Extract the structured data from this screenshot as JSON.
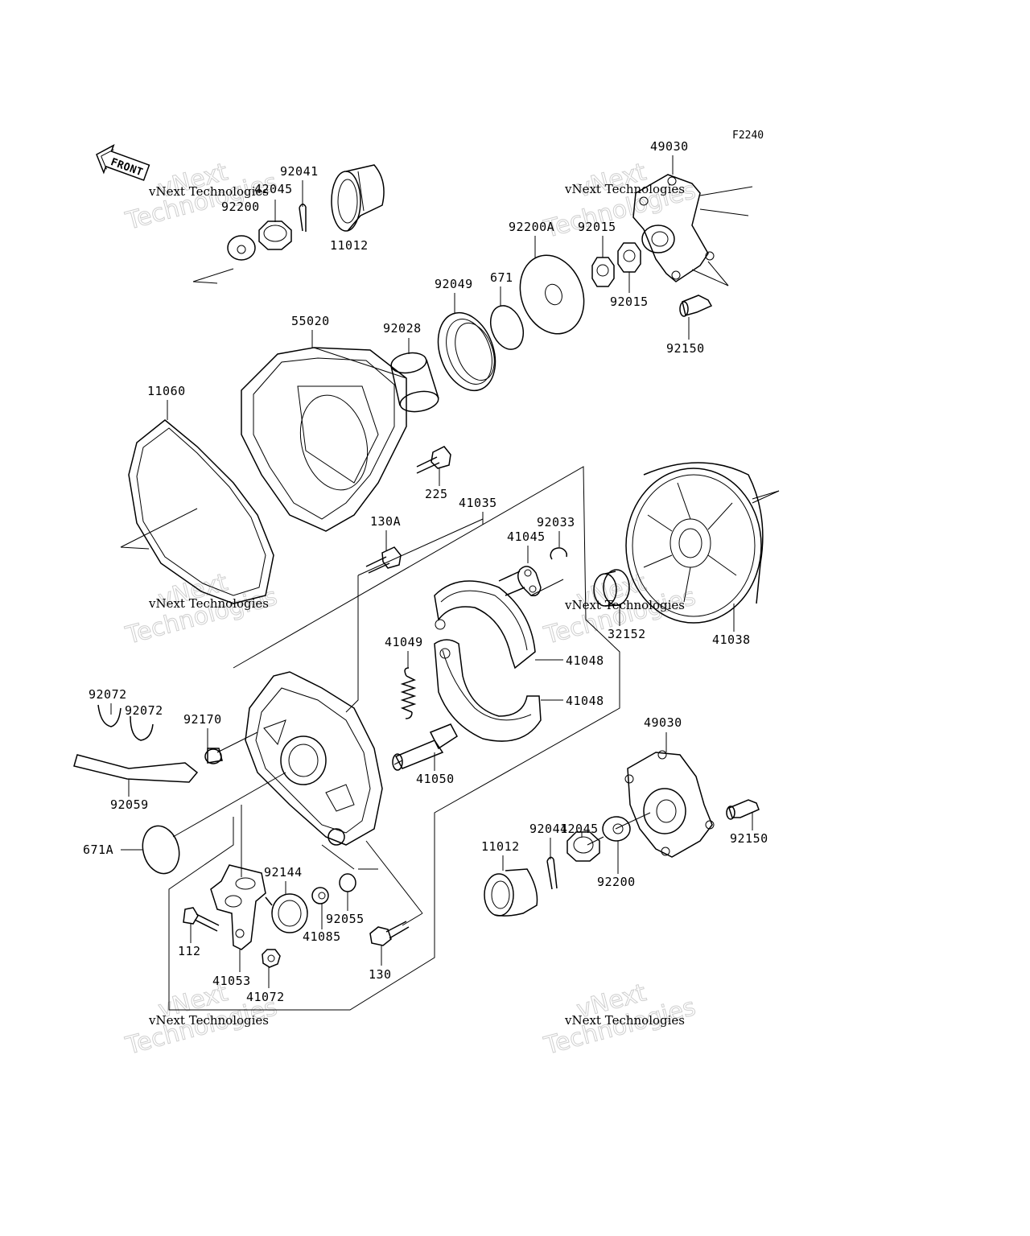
{
  "diagram_code": "F2240",
  "front_label": "FRONT",
  "watermark": {
    "line1": "vNext Technologies",
    "big_line1": "vNext",
    "big_line2": "Technologies"
  },
  "part_numbers": {
    "p49030_top": "49030",
    "p92041_top": "92041",
    "p42045_top": "42045",
    "p92200_top": "92200",
    "p11012_top": "11012",
    "p92200A": "92200A",
    "p92015_a": "92015",
    "p92015_b": "92015",
    "p92150_top": "92150",
    "p92049": "92049",
    "p671": "671",
    "p92028": "92028",
    "p55020": "55020",
    "p11060": "11060",
    "p225": "225",
    "p41035": "41035",
    "p130A": "130A",
    "p92033": "92033",
    "p41045": "41045",
    "p41049": "41049",
    "p41048_a": "41048",
    "p41048_b": "41048",
    "p32152": "32152",
    "p41038": "41038",
    "p92072_a": "92072",
    "p92072_b": "92072",
    "p92170": "92170",
    "p92059": "92059",
    "p41050": "41050",
    "p49030_bottom": "49030",
    "p671A": "671A",
    "p42045_bottom": "42045",
    "p92041_bottom": "92041",
    "p11012_bottom": "11012",
    "p92150_bottom": "92150",
    "p92200_bottom": "92200",
    "p92144": "92144",
    "p92055": "92055",
    "p41085": "41085",
    "p112": "112",
    "p130": "130",
    "p41053": "41053",
    "p41072": "41072"
  }
}
